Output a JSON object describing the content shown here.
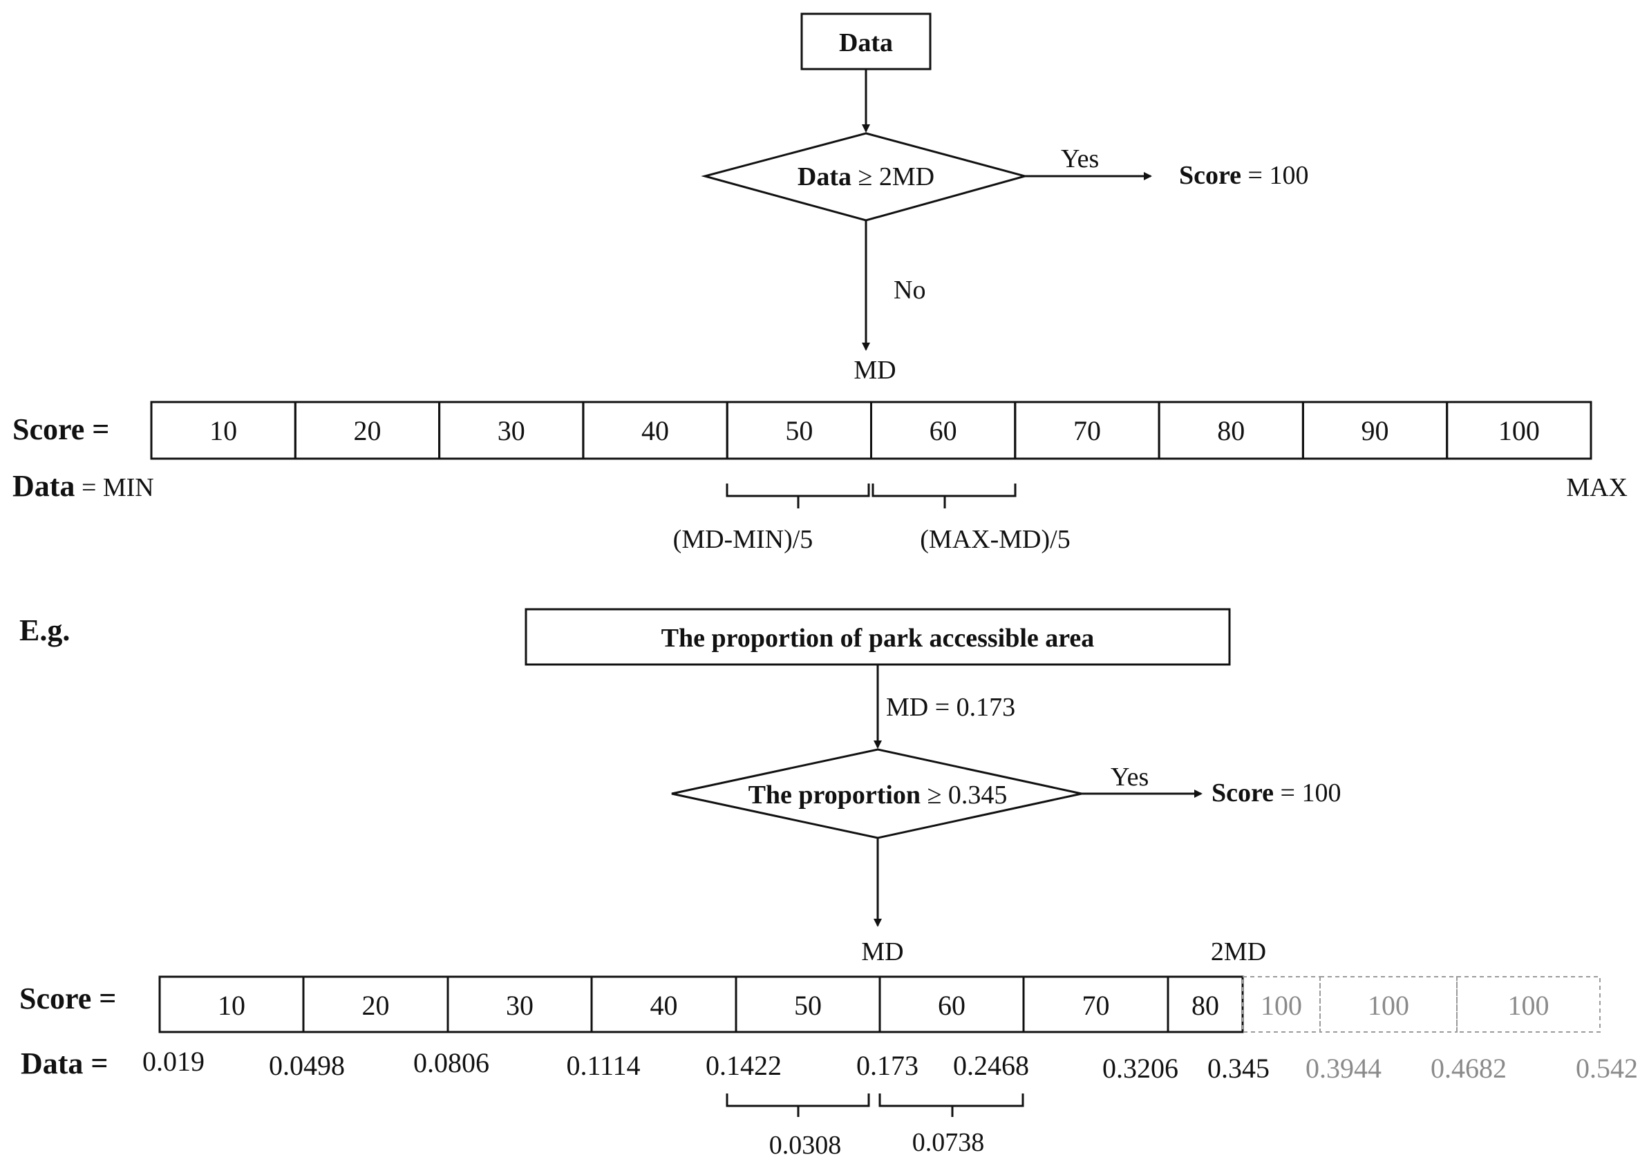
{
  "top": {
    "data_box": "Data",
    "decision": {
      "bold": "Data",
      "rest": " ≥ 2MD"
    },
    "yes_label": "Yes",
    "no_label": "No",
    "result": {
      "bold": "Score",
      "rest": " = 100"
    },
    "md_label": "MD",
    "score_label": "Score =",
    "data_label": {
      "bold": "Data",
      "rest": " = MIN"
    },
    "max_label": "MAX",
    "scores": [
      "10",
      "20",
      "30",
      "40",
      "50",
      "60",
      "70",
      "80",
      "90",
      "100"
    ],
    "brace_left": "(MD-MIN)/5",
    "brace_right": "(MAX-MD)/5"
  },
  "example": {
    "eg_label": "E.g.",
    "title_box": "The proportion of park accessible area",
    "md_value": "MD = 0.173",
    "decision": {
      "bold": "The proportion",
      "rest": " ≥ 0.345"
    },
    "yes_label": "Yes",
    "result": {
      "bold": "Score",
      "rest": " = 100"
    },
    "md_label": "MD",
    "twomd_label": "2MD",
    "score_label": "Score =",
    "data_label": "Data =",
    "scores": [
      "10",
      "20",
      "30",
      "40",
      "50",
      "60",
      "70",
      "80"
    ],
    "extra_scores": [
      "100",
      "100",
      "100"
    ],
    "data_values": [
      "0.019",
      "0.0498",
      "0.0806",
      "0.1114",
      "0.1422",
      "0.173",
      "0.2468",
      "0.3206",
      "0.345"
    ],
    "extra_data_values": [
      "0.3944",
      "0.4682",
      "0.542"
    ],
    "brace_left": "0.0308",
    "brace_right": "0.0738"
  }
}
